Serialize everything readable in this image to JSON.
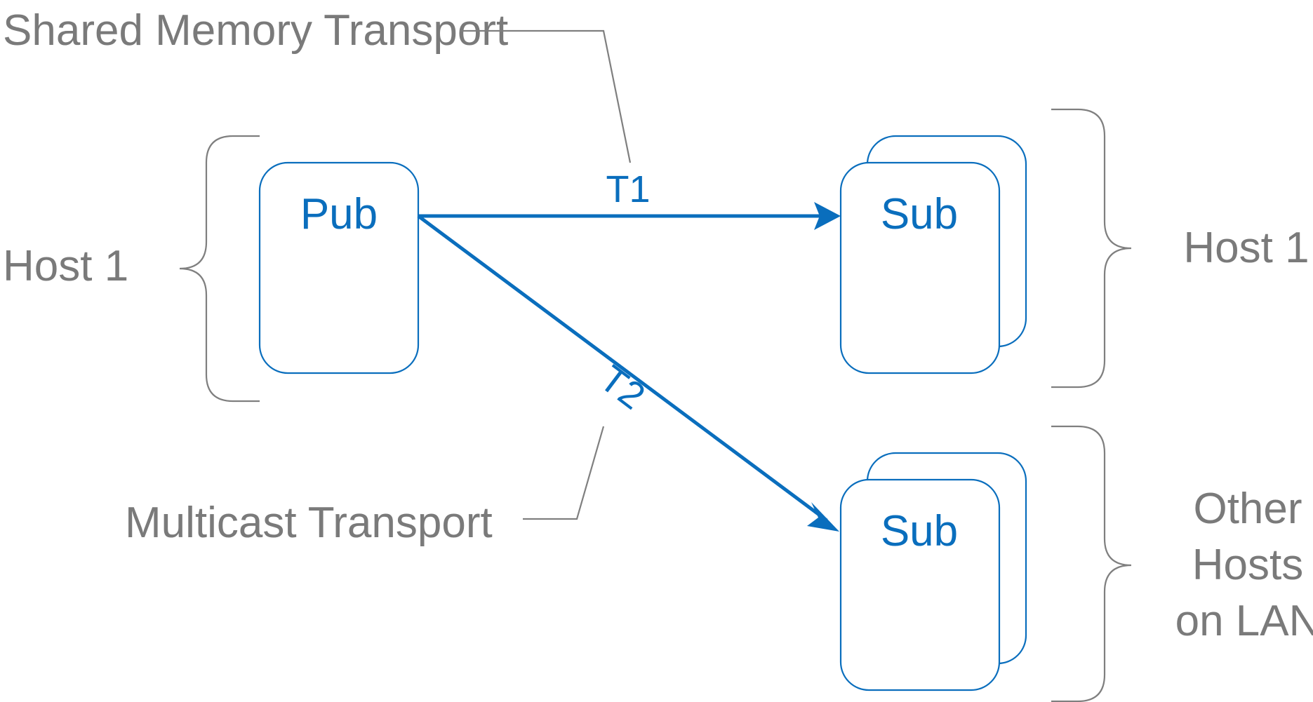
{
  "labels": {
    "shared_memory_transport": "Shared Memory Transport",
    "multicast_transport": "Multicast Transport",
    "host_left": "Host 1",
    "host_right": "Host 1",
    "other_hosts_line1": "Other",
    "other_hosts_line2": "Hosts",
    "other_hosts_line3": "on LAN"
  },
  "nodes": {
    "publisher": "Pub",
    "subscriber_top": "Sub",
    "subscriber_bottom": "Sub"
  },
  "topics": {
    "t1": "T1",
    "t2": "T2"
  },
  "colors": {
    "accent": "#0a6ebd",
    "label_gray": "#7a7a7a",
    "line_gray": "#7f7f7f"
  }
}
